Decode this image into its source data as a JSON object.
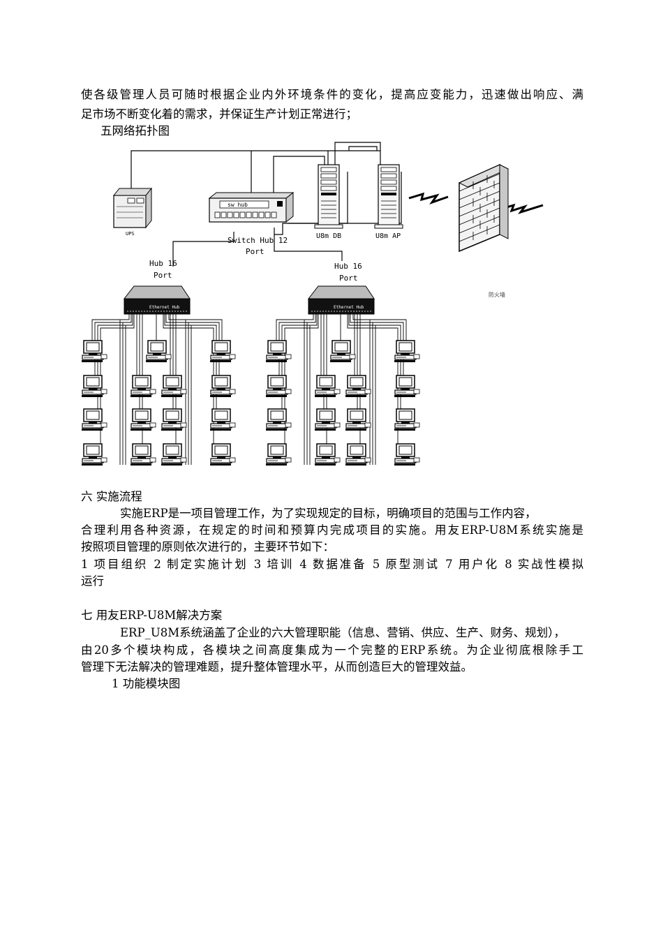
{
  "intro": {
    "line1": "使各级管理人员可随时根据企业内外环境条件的变化，提高应变能力，迅速做出响应、满",
    "line2": "足市场不断变化着的需求，并保证生产计划正常进行；"
  },
  "section5": {
    "title": "五网络拓扑图"
  },
  "diagram": {
    "ups": "UPS",
    "hub_face": "sw hub",
    "switch_hub_line1": "Switch Hub 12",
    "switch_hub_line2": "Port",
    "u8m_db": "U8m  DB",
    "u8m_ap": "U8m  AP",
    "hub_left_line1": "Hub 16",
    "hub_left_line2": "Port",
    "hub_right_line1": "Hub 16",
    "hub_right_line2": "Port",
    "hub_device_text": "Ethernet Hub",
    "firewall": "防火墙"
  },
  "section6": {
    "title": "六  实施流程",
    "p1_line1": "实施ERP是一项目管理工作，为了实现规定的目标，明确项目的范围与工作内容，",
    "p1_line2": "合理利用各种资源，在规定的时间和预算内完成项目的实施。用友ERP-U8M系统实施是",
    "p1_line3": "按照项目管理的原则依次进行的，主要环节如下：",
    "steps_line1": "1 项目组织 2 制定实施计划 3 培训 4 数据准备 5 原型测试 7 用户化 8 实战性模拟",
    "steps_line2": "运行"
  },
  "section7": {
    "title": "七 用友ERP-U8M解决方案",
    "p1_line1": "ERP_U8M系统涵盖了企业的六大管理职能（信息、营销、供应、生产、财务、规划），",
    "p1_line2": "由20多个模块构成，各模块之间高度集成为一个完整的ERP系统。为企业彻底根除手工",
    "p1_line3": "管理下无法解决的管理难题，提升整体管理水平，从而创造巨大的管理效益。",
    "sub1": "1  功能模块图"
  }
}
